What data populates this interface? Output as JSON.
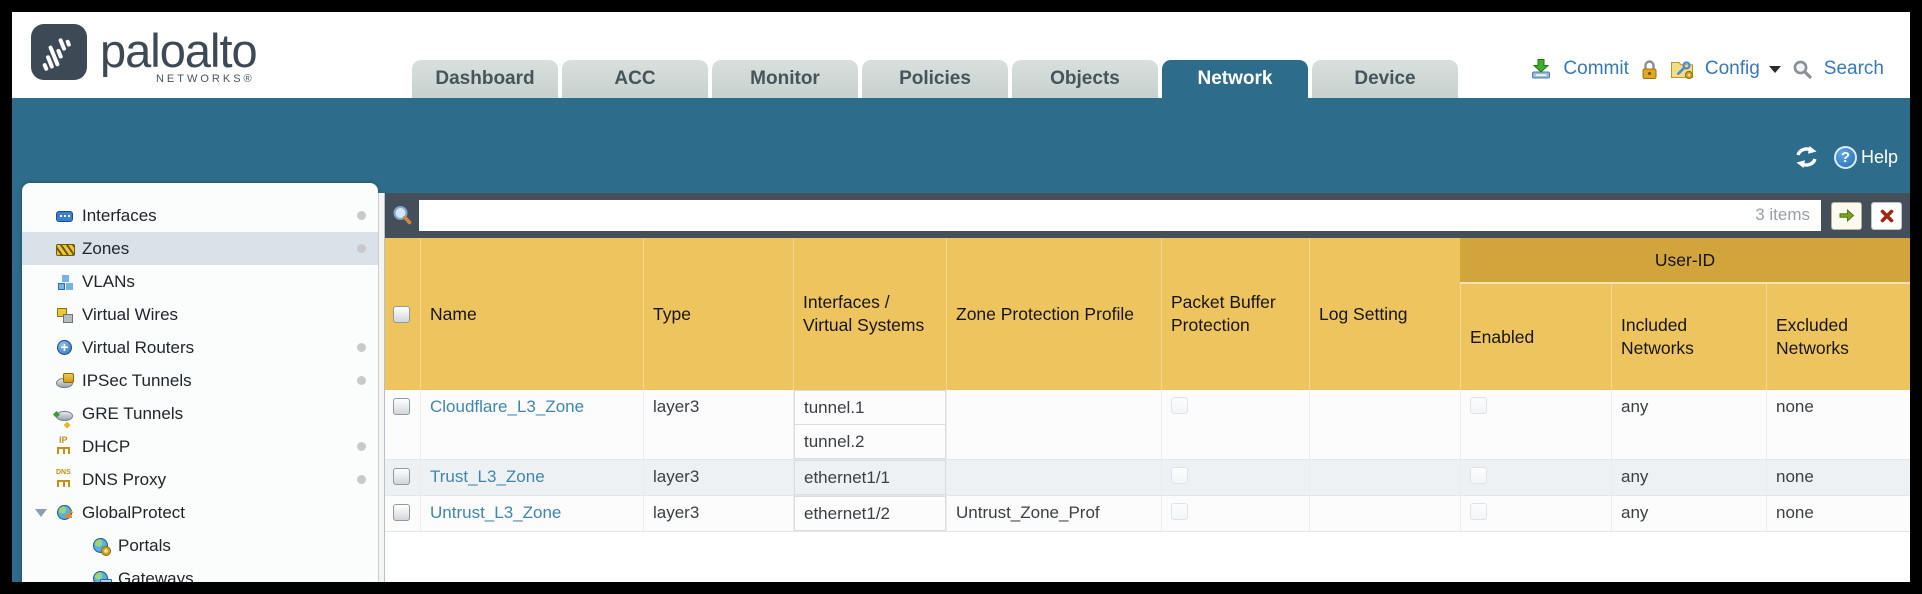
{
  "header": {
    "logo": {
      "brand": "paloalto",
      "sub": "NETWORKS®"
    },
    "tabs": [
      {
        "name": "tab-dashboard",
        "label": "Dashboard",
        "active": false
      },
      {
        "name": "tab-acc",
        "label": "ACC",
        "active": false
      },
      {
        "name": "tab-monitor",
        "label": "Monitor",
        "active": false
      },
      {
        "name": "tab-policies",
        "label": "Policies",
        "active": false
      },
      {
        "name": "tab-objects",
        "label": "Objects",
        "active": false
      },
      {
        "name": "tab-network",
        "label": "Network",
        "active": true
      },
      {
        "name": "tab-device",
        "label": "Device",
        "active": false
      }
    ],
    "actions": {
      "commit": "Commit",
      "config": "Config",
      "search": "Search"
    }
  },
  "statusbar": {
    "help": "Help"
  },
  "filter": {
    "value": "",
    "items_count": "3 items"
  },
  "sidebar": {
    "items": [
      {
        "name": "sidebar-item-interfaces",
        "label": "Interfaces",
        "icon": "interfaces-icon",
        "dot": true
      },
      {
        "name": "sidebar-item-zones",
        "label": "Zones",
        "icon": "zones-icon",
        "dot": true,
        "selected": true
      },
      {
        "name": "sidebar-item-vlans",
        "label": "VLANs",
        "icon": "vlans-icon"
      },
      {
        "name": "sidebar-item-virtual-wires",
        "label": "Virtual Wires",
        "icon": "virtual-wires-icon"
      },
      {
        "name": "sidebar-item-virtual-routers",
        "label": "Virtual Routers",
        "icon": "virtual-routers-icon",
        "dot": true
      },
      {
        "name": "sidebar-item-ipsec-tunnels",
        "label": "IPSec Tunnels",
        "icon": "ipsec-tunnels-icon",
        "dot": true
      },
      {
        "name": "sidebar-item-gre-tunnels",
        "label": "GRE Tunnels",
        "icon": "gre-tunnels-icon"
      },
      {
        "name": "sidebar-item-dhcp",
        "label": "DHCP",
        "icon": "dhcp-icon",
        "dot": true
      },
      {
        "name": "sidebar-item-dns-proxy",
        "label": "DNS Proxy",
        "icon": "dns-proxy-icon",
        "dot": true
      },
      {
        "name": "sidebar-item-globalprotect",
        "label": "GlobalProtect",
        "icon": "globalprotect-icon",
        "expander": true
      },
      {
        "name": "sidebar-item-portals",
        "label": "Portals",
        "icon": "portals-icon",
        "child": true
      },
      {
        "name": "sidebar-item-gateways",
        "label": "Gateways",
        "icon": "gateways-icon",
        "child": true
      }
    ]
  },
  "table": {
    "group_header": "User-ID",
    "columns": {
      "name": "Name",
      "type": "Type",
      "interfaces": "Interfaces / Virtual Systems",
      "zone_protection_profile": "Zone Protection Profile",
      "packet_buffer_protection": "Packet Buffer Protection",
      "log_setting": "Log Setting",
      "enabled": "Enabled",
      "included_networks": "Included Networks",
      "excluded_networks": "Excluded Networks"
    },
    "rows": [
      {
        "name": "Cloudflare_L3_Zone",
        "type": "layer3",
        "interfaces": [
          "tunnel.1",
          "tunnel.2"
        ],
        "zone_protection_profile": "",
        "log_setting": "",
        "included_networks": "any",
        "excluded_networks": "none"
      },
      {
        "name": "Trust_L3_Zone",
        "type": "layer3",
        "interfaces": [
          "ethernet1/1"
        ],
        "zone_protection_profile": "",
        "log_setting": "",
        "included_networks": "any",
        "excluded_networks": "none"
      },
      {
        "name": "Untrust_L3_Zone",
        "type": "layer3",
        "interfaces": [
          "ethernet1/2"
        ],
        "zone_protection_profile": "Untrust_Zone_Prof",
        "log_setting": "",
        "included_networks": "any",
        "excluded_networks": "none"
      }
    ]
  },
  "icons": {
    "top": [
      "commit-icon",
      "lock-icon",
      "config-icon",
      "caret-down-icon",
      "search-icon"
    ],
    "band": [
      "refresh-icon",
      "help-icon"
    ],
    "filter": [
      "filter-search-icon",
      "apply-filter-icon",
      "clear-filter-icon"
    ]
  },
  "colors": {
    "band_teal": "#2e6c8b",
    "tab_inactive": "#c7d1ce",
    "header_yellow": "#edc45e",
    "user_id_band": "#d2a43c",
    "action_blue": "#3579bd",
    "link_blue": "#3e86ad",
    "search_row_bg": "#454f5a",
    "selected_item_bg": "#d9e2e8",
    "frame": "#000000"
  }
}
